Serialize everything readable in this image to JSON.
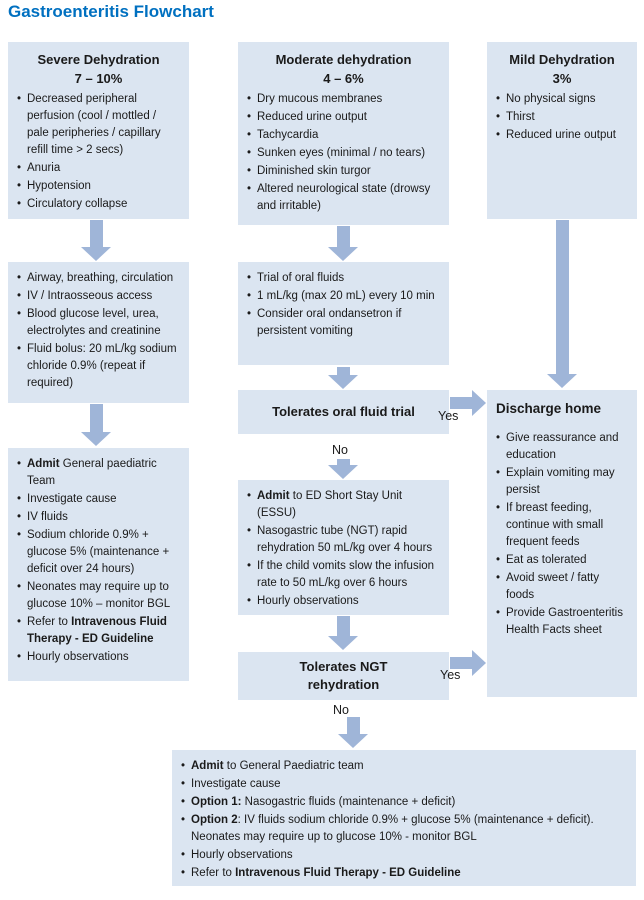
{
  "title": "Gastroenteritis Flowchart",
  "labels": {
    "yes": "Yes",
    "no": "No"
  },
  "colors": {
    "box_fill": "#dbe5f1",
    "arrow": "#9fb5d8",
    "title": "#0070c0",
    "text": "#1a1a1a"
  },
  "severe": {
    "heading_line1": "Severe Dehydration",
    "heading_line2": "7 – 10%",
    "bullets": [
      "Decreased peripheral perfusion (cool / mottled / pale peripheries / capillary refill time > 2 secs)",
      "Anuria",
      "Hypotension",
      "Circulatory collapse"
    ]
  },
  "moderate": {
    "heading_line1": "Moderate dehydration",
    "heading_line2": "4 – 6%",
    "bullets": [
      "Dry mucous membranes",
      "Reduced urine output",
      "Tachycardia",
      "Sunken eyes (minimal / no tears)",
      "Diminished skin turgor",
      "Altered neurological state (drowsy and irritable)"
    ]
  },
  "mild": {
    "heading_line1": "Mild Dehydration",
    "heading_line2": "3%",
    "bullets": [
      "No physical signs",
      "Thirst",
      "Reduced urine output"
    ]
  },
  "severe_management": {
    "bullets": [
      "Airway, breathing, circulation",
      "IV / Intraosseous access",
      "Blood glucose level, urea, electrolytes and creatinine",
      "Fluid bolus: 20 mL/kg sodium chloride 0.9% (repeat if required)"
    ]
  },
  "oral_fluid_trial": {
    "bullets": [
      "Trial of oral fluids",
      "1 mL/kg (max 20 mL) every 10 min",
      "Consider oral ondansetron if persistent vomiting"
    ]
  },
  "decision_oral": {
    "line1": "Tolerates oral fluid trial"
  },
  "severe_admission": {
    "bullets": [
      [
        {
          "t": "Admit",
          "b": true
        },
        {
          "t": " General paediatric Team"
        }
      ],
      "Investigate cause",
      "IV fluids",
      "Sodium chloride 0.9% + glucose 5% (maintenance + deficit over 24 hours)",
      "Neonates may require up to glucose 10% – monitor BGL",
      [
        {
          "t": "Refer to "
        },
        {
          "t": "Intravenous Fluid Therapy - ED Guideline",
          "b": true
        }
      ],
      "Hourly observations"
    ]
  },
  "essu_admission": {
    "bullets": [
      [
        {
          "t": "Admit",
          "b": true
        },
        {
          "t": " to ED Short Stay Unit (ESSU)"
        }
      ],
      "Nasogastric tube (NGT) rapid rehydration 50 mL/kg over 4 hours",
      "If the child vomits slow the infusion rate to 50 mL/kg over 6 hours",
      "Hourly observations"
    ]
  },
  "decision_ngt": {
    "line1": "Tolerates NGT",
    "line2": "rehydration"
  },
  "discharge": {
    "heading": "Discharge home",
    "bullets": [
      "Give reassurance and education",
      "Explain vomiting may persist",
      "If breast feeding, continue with small frequent feeds",
      "Eat as tolerated",
      "Avoid sweet / fatty foods",
      "Provide Gastroenteritis Health Facts sheet"
    ]
  },
  "general_admission": {
    "bullets": [
      [
        {
          "t": "Admit",
          "b": true
        },
        {
          "t": " to General Paediatric team"
        }
      ],
      "Investigate cause",
      [
        {
          "t": "Option 1:",
          "b": true
        },
        {
          "t": " Nasogastric fluids (maintenance + deficit)"
        }
      ],
      [
        {
          "t": "Option 2",
          "b": true
        },
        {
          "t": ": IV fluids sodium chloride 0.9% + glucose 5% (maintenance + deficit). Neonates may require up to glucose 10% - monitor BGL"
        }
      ],
      "Hourly observations",
      [
        {
          "t": "Refer to "
        },
        {
          "t": "Intravenous Fluid Therapy - ED Guideline",
          "b": true
        }
      ]
    ]
  }
}
